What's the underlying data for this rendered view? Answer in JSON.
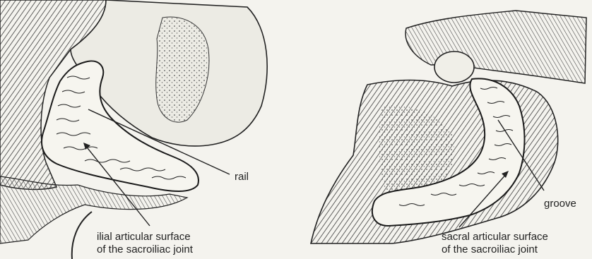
{
  "figure": {
    "left_panel": {
      "label_rail": "rail",
      "label_surface_line1": "ilial articular surface",
      "label_surface_line2": "of the sacroiliac joint"
    },
    "right_panel": {
      "label_groove": "groove",
      "label_surface_line1": "sacral articular surface",
      "label_surface_line2": "of the sacroiliac joint"
    }
  }
}
